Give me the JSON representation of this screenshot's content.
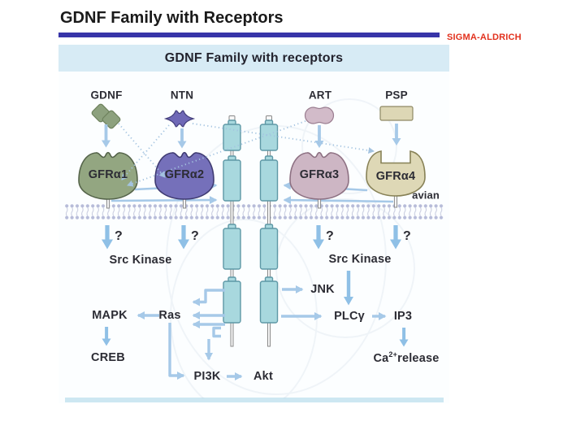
{
  "slide": {
    "title": "GDNF Family with Receptors",
    "brand": "SIGMA-ALDRICH"
  },
  "diagram": {
    "header": "GDNF Family with receptors",
    "ligands": {
      "gdnf": "GDNF",
      "ntn": "NTN",
      "art": "ART",
      "psp": "PSP"
    },
    "receptors": {
      "gfra1": "GFRα1",
      "gfra2": "GFRα2",
      "gfra3": "GFRα3",
      "gfra4": "GFRα4"
    },
    "annotations": {
      "avian": "avian",
      "unknown": "?"
    },
    "signaling": {
      "src_kinase": "Src Kinase",
      "jnk": "JNK",
      "mapk": "MAPK",
      "ras": "Ras",
      "plc_gamma": "PLCγ",
      "ip3": "IP3",
      "creb": "CREB",
      "pi3k": "PI3K",
      "akt": "Akt",
      "ca_release_base": "Ca",
      "ca_release_sup": "2+",
      "ca_release_rest": "release"
    }
  },
  "colors": {
    "title_bar_blue": "#3835a8",
    "brand_red": "#e2311d",
    "header_band_blue": "#d7ebf5",
    "footer_band_blue": "#cde7f2",
    "arrow_blue": "#a6c9e8",
    "arrow_blue_strong": "#8fc0e6",
    "dashed_blue": "#a3c3e0",
    "membrane_lavender": "#b7bcd9",
    "ret_teal": "#a8d8de",
    "gdnf_green": "#8da17e",
    "ntn_purple": "#6f68b6",
    "art_pink": "#d2bbc9",
    "psp_beige": "#ddd7b5",
    "gfra1_green": "#93a681",
    "gfra2_purple": "#7570ba",
    "gfra3_pink": "#cdb6c4",
    "gfra4_beige": "#ded8b6"
  }
}
